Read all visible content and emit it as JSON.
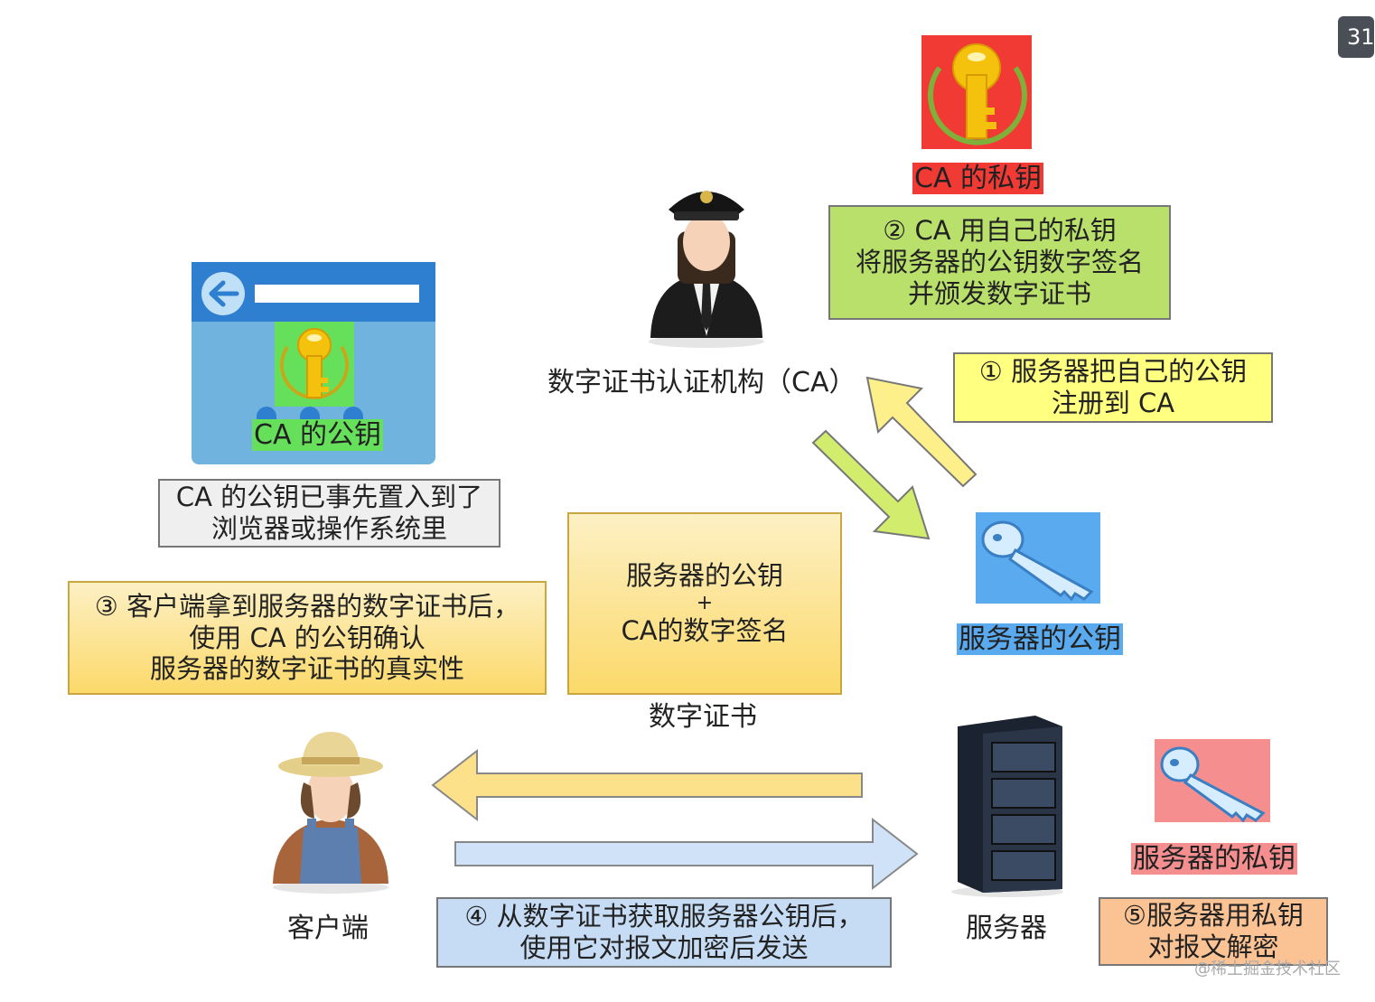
{
  "page_badge": "31",
  "ca": {
    "private_key_label": "CA 的私钥",
    "step2_lines": [
      "② CA 用自己的私钥",
      "将服务器的公钥数字签名",
      "并颁发数字证书"
    ],
    "authority_label": "数字证书认证机构（CA）"
  },
  "browser": {
    "public_key_label": "CA 的公钥",
    "preinstalled_lines": [
      "CA 的公钥已事先置入到了",
      "浏览器或操作系统里"
    ]
  },
  "server_key": {
    "step1_lines": [
      "① 服务器把自己的公钥",
      "注册到 CA"
    ],
    "public_key_label": "服务器的公钥",
    "private_key_label": "服务器的私钥"
  },
  "certificate": {
    "lines": [
      "服务器的公钥",
      "+",
      "CA的数字签名"
    ],
    "caption": "数字证书"
  },
  "client": {
    "step3_lines": [
      "③ 客户端拿到服务器的数字证书后，",
      "使用 CA 的公钥确认",
      "服务器的数字证书的真实性"
    ],
    "label": "客户端"
  },
  "server": {
    "label": "服务器",
    "step4_lines": [
      "④ 从数字证书获取服务器公钥后，",
      "使用它对报文加密后发送"
    ],
    "step5_lines": [
      "⑤服务器用私钥",
      "对报文解密"
    ]
  },
  "watermark": "@稀土掘金技术社区",
  "colors": {
    "ca_private_key_bg": "#f23a35",
    "step2_bg": "#b8e06a",
    "step1_bg": "#ffff80",
    "browser_bg": "#6fb3de",
    "browser_bar": "#2f7fd1",
    "ca_public_key_bg": "#66e05a",
    "preinstalled_bg": "#efefef",
    "certificate_bg": "#fbd96a",
    "step3_bg": "#fbd96a",
    "server_public_key_bg": "#5aaaf0",
    "server_private_key_bg": "#f58e8e",
    "step4_bg": "#c6dcf5",
    "step5_bg": "#fbc394",
    "arrow_yellow": "#fdf08a",
    "arrow_green": "#d2ec6e",
    "arrow_left": "#fde08a",
    "arrow_right": "#cfe2f8"
  }
}
